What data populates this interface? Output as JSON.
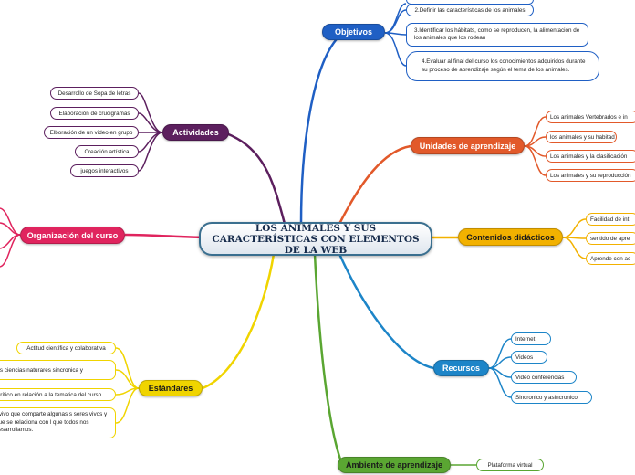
{
  "central_topic": "LOS ANIMALES Y SUS CARACTERÍSTICAS CON ELEMENTOS DE LA WEB",
  "branches": {
    "objetivos": {
      "label": "Objetivos",
      "color": "#1f5fc4",
      "items": [
        "2.Definir las características de los animales",
        "3.Identificar los hábitats, como se reproducen, la alimentación de los animales que los rodean",
        "4.Evaluar al final del curso los conocimientos adquiridos durante su proceso de aprendizaje según el tema de los animales."
      ]
    },
    "actividades": {
      "label": "Actividades",
      "color": "#5c1f5e",
      "items": [
        "Desarrollo de Sopa de letras",
        "Elaboración de crucigramas",
        "Elboración de un video en grupo",
        "Creación artística",
        "juegos interactivos"
      ]
    },
    "unidades": {
      "label": "Unidades de aprendizaje",
      "color": "#e2592a",
      "items": [
        "Los animales Vertebrados e in",
        "los animales y su habitad",
        "Los animales y la clasificación",
        "Los animales y su reproducción"
      ]
    },
    "contenidos": {
      "label": "Contenidos didácticos",
      "color": "#f2b100",
      "items": [
        "Facilidad de int",
        "sentido de apre",
        "Aprende con ac"
      ]
    },
    "organizacion": {
      "label": "Organización del curso",
      "color": "#e0245e",
      "items": []
    },
    "estandares": {
      "label": "Estándares",
      "color": "#f0d400",
      "items": [
        "Actitud científica y colaborativa",
        "las ciencias naturares sincronica y",
        "-crítico en relación a la tematica del curso",
        "r vivo que comparte algunas s seres vivos y que se relaciona con l que todos nos desarrollamos."
      ]
    },
    "recursos": {
      "label": "Recursos",
      "color": "#1d85c8",
      "items": [
        "Internet",
        "Videos",
        "Video conferencias",
        "Sincronico y asincronico"
      ]
    },
    "ambiente": {
      "label": "Ambiente de aprendizaje",
      "color": "#5aa632",
      "items": [
        "Plataforma virtual"
      ]
    }
  }
}
